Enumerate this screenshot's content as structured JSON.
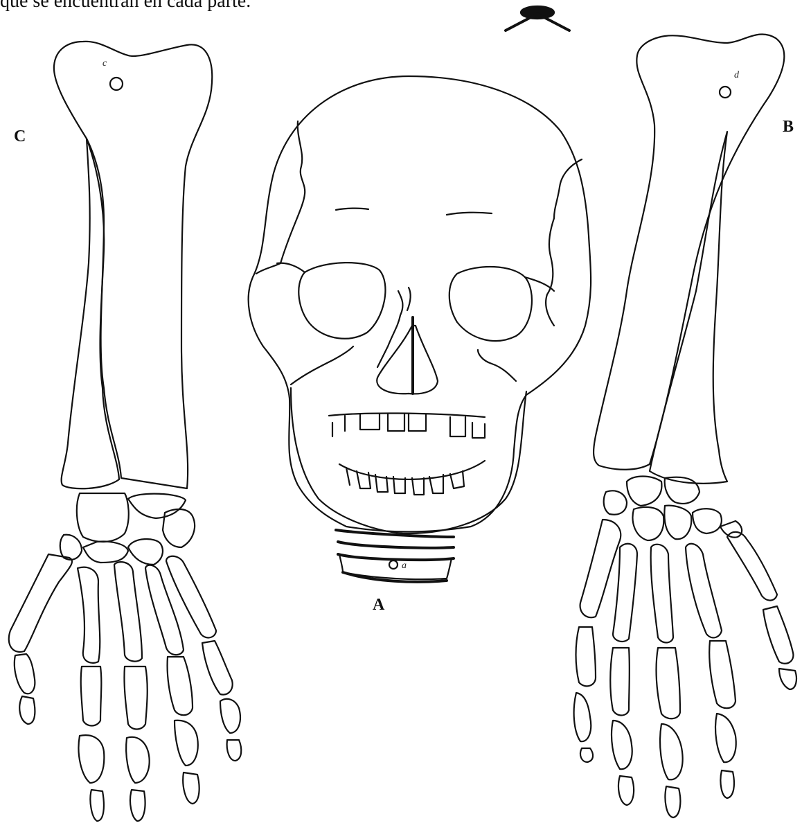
{
  "caption_top": "que se encuentran en cada parte.",
  "labels": {
    "a": "A",
    "b": "B",
    "c": "C"
  },
  "marks": {
    "vertebra_mark": "a",
    "left_arm_mark": "c",
    "right_arm_mark": "d"
  },
  "colors": {
    "ink": "#111111",
    "paper": "#ffffff"
  }
}
